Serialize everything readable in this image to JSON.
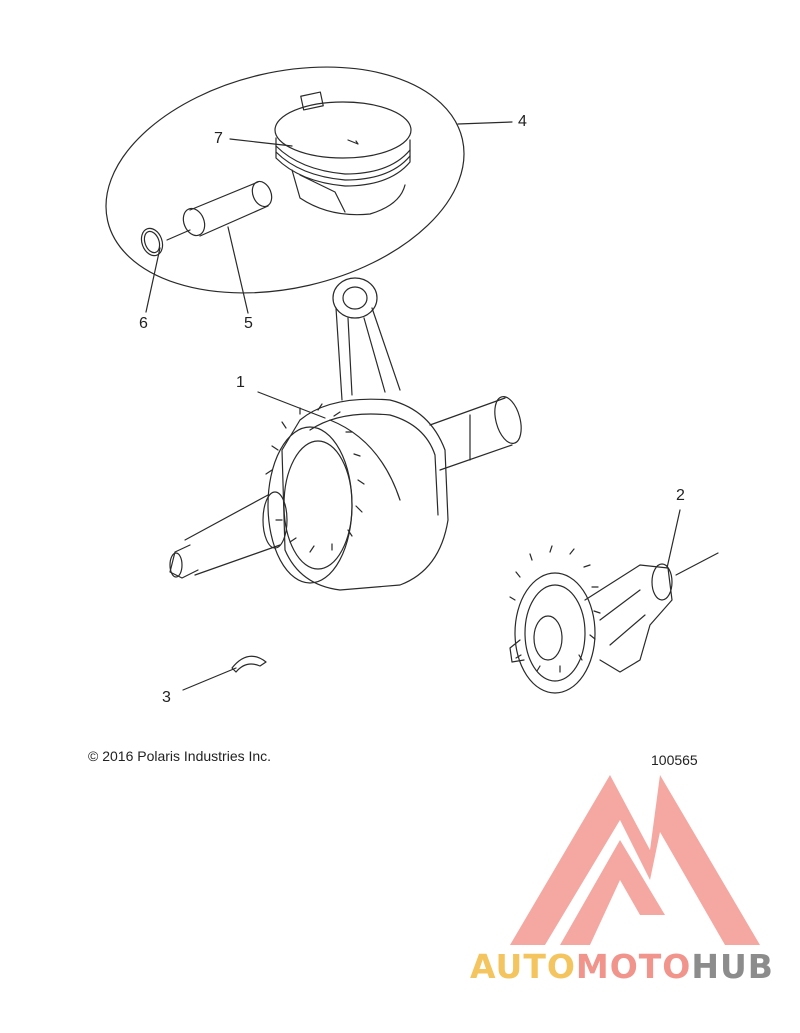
{
  "callouts": [
    {
      "id": "1",
      "label": "1"
    },
    {
      "id": "2",
      "label": "2"
    },
    {
      "id": "3",
      "label": "3"
    },
    {
      "id": "4",
      "label": "4"
    },
    {
      "id": "5",
      "label": "5"
    },
    {
      "id": "6",
      "label": "6"
    },
    {
      "id": "7",
      "label": "7"
    }
  ],
  "copyright": "© 2016 Polaris Industries Inc.",
  "drawing_id": "100565",
  "watermark": {
    "text_part1": "AUTO",
    "text_part2": "MOTO",
    "text_part3": "HUB",
    "colors": {
      "part1": "#f4c45f",
      "part2": "#f1948c",
      "part3": "#8c8c8c",
      "logo": "#f28b82"
    }
  },
  "icons": [
    "piston-icon",
    "piston-pin-icon",
    "circlip-icon",
    "crankshaft-icon",
    "balance-shaft-icon",
    "woodruff-key-icon",
    "logo-icon"
  ]
}
